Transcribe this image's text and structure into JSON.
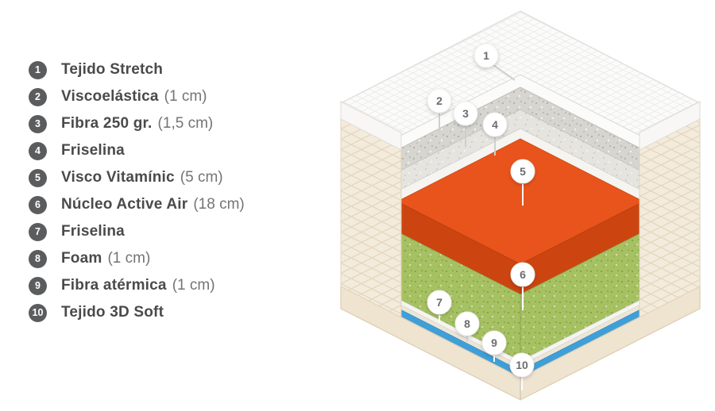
{
  "legend": {
    "items": [
      {
        "num": "1",
        "name": "Tejido Stretch",
        "size": ""
      },
      {
        "num": "2",
        "name": "Viscoelástica",
        "size": "(1 cm)"
      },
      {
        "num": "3",
        "name": "Fibra 250 gr.",
        "size": "(1,5 cm)"
      },
      {
        "num": "4",
        "name": "Friselina",
        "size": ""
      },
      {
        "num": "5",
        "name": "Visco Vitamínic",
        "size": "(5 cm)"
      },
      {
        "num": "6",
        "name": "Núcleo Active Air",
        "size": "(18 cm)"
      },
      {
        "num": "7",
        "name": "Friselina",
        "size": ""
      },
      {
        "num": "8",
        "name": "Foam",
        "size": "(1 cm)"
      },
      {
        "num": "9",
        "name": "Fibra atérmica",
        "size": "(1 cm)"
      },
      {
        "num": "10",
        "name": "Tejido 3D Soft",
        "size": ""
      }
    ]
  },
  "diagram": {
    "callouts": [
      {
        "num": "1"
      },
      {
        "num": "2"
      },
      {
        "num": "3"
      },
      {
        "num": "4"
      },
      {
        "num": "5"
      },
      {
        "num": "6"
      },
      {
        "num": "7"
      },
      {
        "num": "8"
      },
      {
        "num": "9"
      },
      {
        "num": "10"
      }
    ],
    "colors": {
      "top_white": "#fbfbfa",
      "gray_layer": "#d7d5d0",
      "gray_light": "#e6e4df",
      "friselina_white": "#f5f4f1",
      "orange": "#e8541c",
      "orange_dark": "#cc4510",
      "green": "#a6c162",
      "foam_cream": "#ece6d8",
      "blue": "#3f9fd8",
      "cream": "#f3ebdc",
      "beige": "#efe4d0"
    }
  }
}
